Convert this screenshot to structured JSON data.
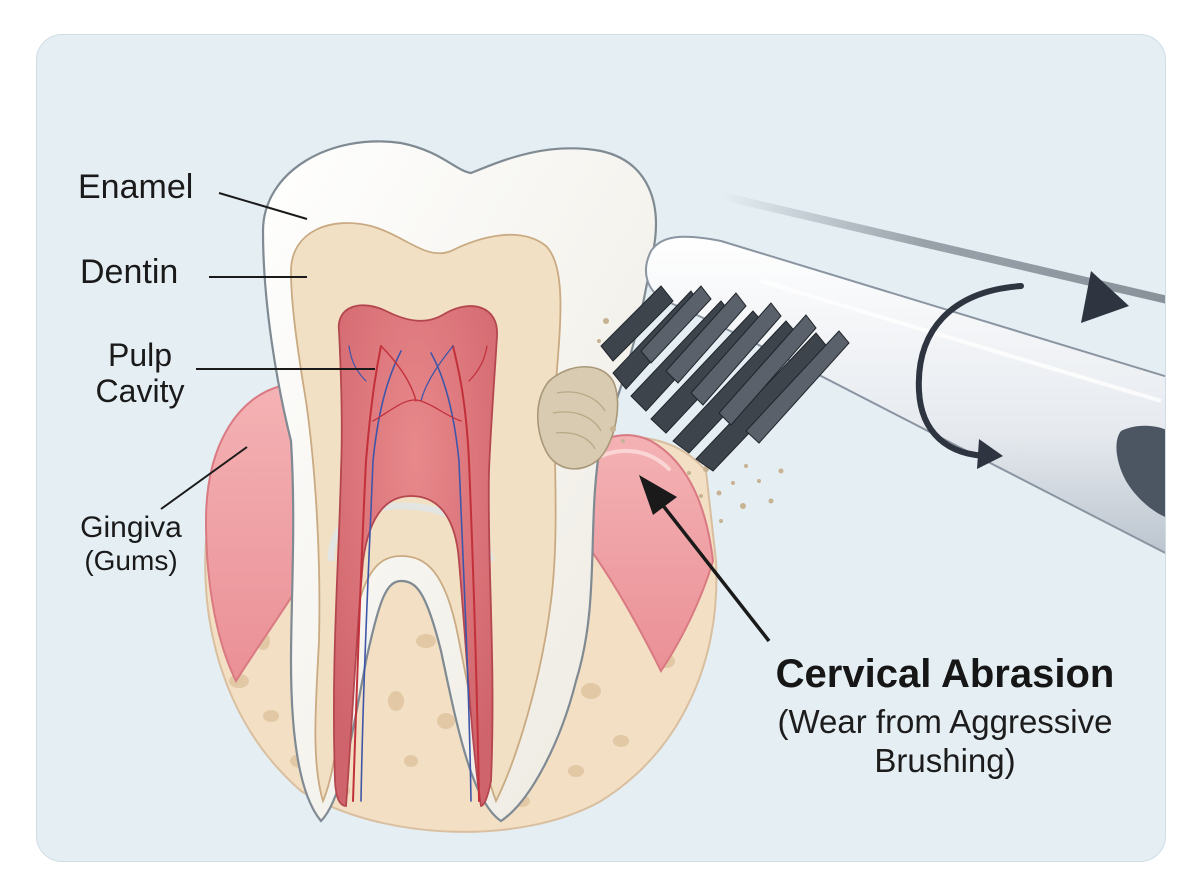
{
  "diagram": {
    "labels": {
      "enamel": "Enamel",
      "dentin": "Dentin",
      "pulp_line1": "Pulp",
      "pulp_line2": "Cavity",
      "gingiva_line1": "Gingiva",
      "gingiva_line2": "(Gums)"
    },
    "callout": {
      "title": "Cervical Abrasion",
      "subtitle_line1": "(Wear from Aggressive",
      "subtitle_line2": "Brushing)"
    },
    "colors": {
      "background": "#e4eef3",
      "enamel": "#f6f5ef",
      "dentin": "#f1e0c4",
      "pulp": "#d9737a",
      "gingiva": "#ee9ea2",
      "bone": "#f2dfc4",
      "bristles": "#3e444c",
      "toothbrush": "#eef1f5",
      "arrow": "#2e3540"
    }
  }
}
